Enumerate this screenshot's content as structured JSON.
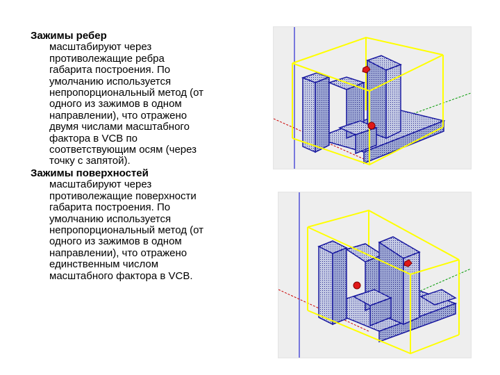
{
  "sections": [
    {
      "title": "Зажимы ребер",
      "body": "масштабируют через\nпротиволежащие ребра\nгабарита построения. По\nумолчанию используется\nнепропорциональный метод (от\nодного из зажимов в одном\nнаправлении), что отражено\nдвумя числами масштабного\nфактора в VCB по\nсоответствующим осям (через\nточку с запятой)."
    },
    {
      "title": "Зажимы поверхностей",
      "body": "масштабируют через\nпротиволежащие поверхности\nгабарита построения. По\nумолчанию используется\nнепропорциональный метод (от\nодного из зажимов в одном\nнаправлении), что отражено\nединственным числом\nмасштабного фактора в VCB."
    }
  ],
  "colors": {
    "bounding_box": "#ffff00",
    "model_edges": "#1a1aa0",
    "model_fill": "#b8c0de",
    "grip_handle": "#e01818",
    "axis_red": "#cc0000",
    "axis_green": "#009900",
    "axis_blue": "#0000cc",
    "viewport_bg": "#eeeeee"
  }
}
